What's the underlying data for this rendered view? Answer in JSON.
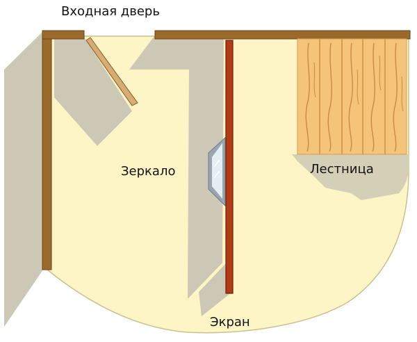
{
  "labels": {
    "entrance_door": "Входная дверь",
    "mirror": "Зеркало",
    "stairs": "Лестница",
    "screen": "Экран"
  },
  "colors": {
    "background": "#ffffff",
    "floor": "#fdf5c6",
    "floor_outline": "#c9c08f",
    "shadow": "#cdc7b5",
    "wall": "#9a6a2c",
    "wall_outline": "#6a4515",
    "door_leaf": "#d6ad74",
    "screen": "#b23a14",
    "screen_outline": "#6e1e07",
    "mirror_frame": "#9aa5b0",
    "mirror_glass": "#e6edf4",
    "stairs_wood": "#f3c47a",
    "stairs_grain": "#c98b3d",
    "stairs_shadow": "#d4cfb7"
  },
  "icons": {
    "door": "door-leaf-icon",
    "mirror": "mirror-icon",
    "stairs": "stairs-icon",
    "screen": "screen-panel-icon"
  }
}
